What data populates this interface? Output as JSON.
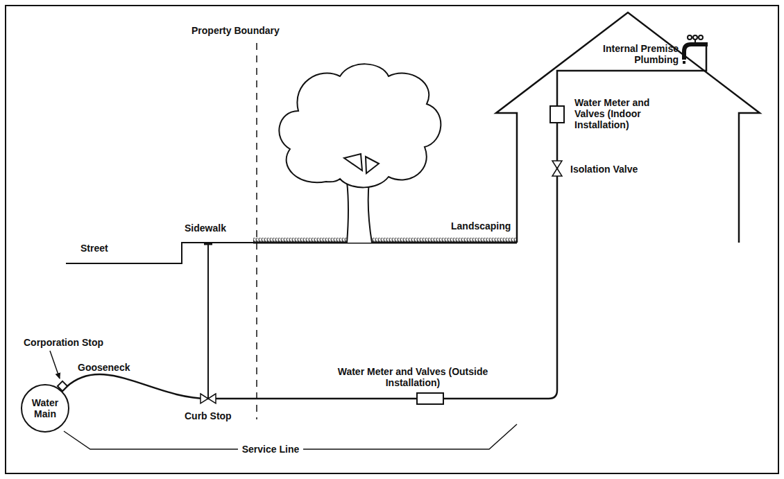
{
  "diagram": {
    "nodes": [
      {
        "text": [
          "Water Main"
        ]
      },
      {
        "text": [
          "Water Meter and Valves (Outside Installation)"
        ]
      },
      {
        "text": [
          "Water Meter and Valves (Indoor Installation)"
        ]
      }
    ],
    "edges": [
      {
        "from": 0,
        "to": 1,
        "arrow": "none"
      },
      {
        "from": 1,
        "to": 2,
        "arrow": "none"
      }
    ],
    "labels": [
      "Property Boundary",
      "Street",
      "Sidewalk",
      "Landscaping",
      "Corporation Stop",
      "Gooseneck",
      "Curb Stop",
      "Isolation Valve",
      "Internal Premise Plumbing",
      "Service Line"
    ]
  }
}
